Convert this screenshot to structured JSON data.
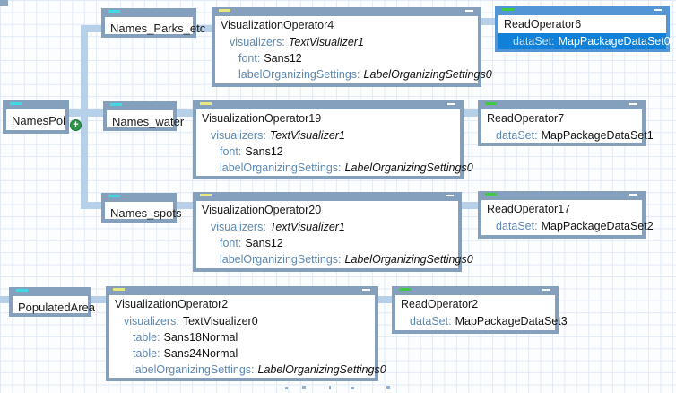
{
  "icons": {
    "add": "+"
  },
  "colors": {
    "grid_line": "#e2eaf6",
    "connector": "#b6d0ea",
    "node_border": "#84a0bc",
    "selected_border": "#5495d6",
    "selected_row_bg": "#1080d8",
    "property_label": "#5e88b2",
    "dash_name": "#3fd9e4",
    "dash_visualization": "#e6e97c",
    "dash_read": "#3ecb42",
    "add_badge": "#2d9748"
  },
  "nodes": [
    {
      "title": "Names_Parks_etc",
      "type": "name"
    },
    {
      "title": "VisualizationOperator4",
      "type": "visualization",
      "rows": [
        {
          "label": "visualizers:",
          "value": "TextVisualizer1"
        },
        {
          "label": "font:",
          "value": "Sans12"
        },
        {
          "label": "labelOrganizingSettings:",
          "value": "LabelOrganizingSettings0"
        }
      ]
    },
    {
      "title": "ReadOperator6",
      "type": "read",
      "selected": true,
      "rows": [
        {
          "label": "dataSet:",
          "value": "MapPackageDataSet0"
        }
      ]
    },
    {
      "title": "NamesPoi",
      "type": "name"
    },
    {
      "title": "Names_water",
      "type": "name"
    },
    {
      "title": "VisualizationOperator19",
      "type": "visualization",
      "rows": [
        {
          "label": "visualizers:",
          "value": "TextVisualizer1"
        },
        {
          "label": "font:",
          "value": "Sans12"
        },
        {
          "label": "labelOrganizingSettings:",
          "value": "LabelOrganizingSettings0"
        }
      ]
    },
    {
      "title": "ReadOperator7",
      "type": "read",
      "rows": [
        {
          "label": "dataSet:",
          "value": "MapPackageDataSet1"
        }
      ]
    },
    {
      "title": "Names_spots",
      "type": "name"
    },
    {
      "title": "VisualizationOperator20",
      "type": "visualization",
      "rows": [
        {
          "label": "visualizers:",
          "value": "TextVisualizer1"
        },
        {
          "label": "font:",
          "value": "Sans12"
        },
        {
          "label": "labelOrganizingSettings:",
          "value": "LabelOrganizingSettings0"
        }
      ]
    },
    {
      "title": "ReadOperator17",
      "type": "read",
      "rows": [
        {
          "label": "dataSet:",
          "value": "MapPackageDataSet2"
        }
      ]
    },
    {
      "title": "PopulatedArea",
      "type": "name"
    },
    {
      "title": "VisualizationOperator2",
      "type": "visualization",
      "rows": [
        {
          "label": "visualizers:",
          "value": "TextVisualizer0"
        },
        {
          "label": "table:",
          "value": "Sans18Normal"
        },
        {
          "label": "table:",
          "value": "Sans24Normal"
        },
        {
          "label": "labelOrganizingSettings:",
          "value": "LabelOrganizingSettings0"
        }
      ]
    },
    {
      "title": "ReadOperator2",
      "type": "read",
      "rows": [
        {
          "label": "dataSet:",
          "value": "MapPackageDataSet3"
        }
      ]
    }
  ]
}
